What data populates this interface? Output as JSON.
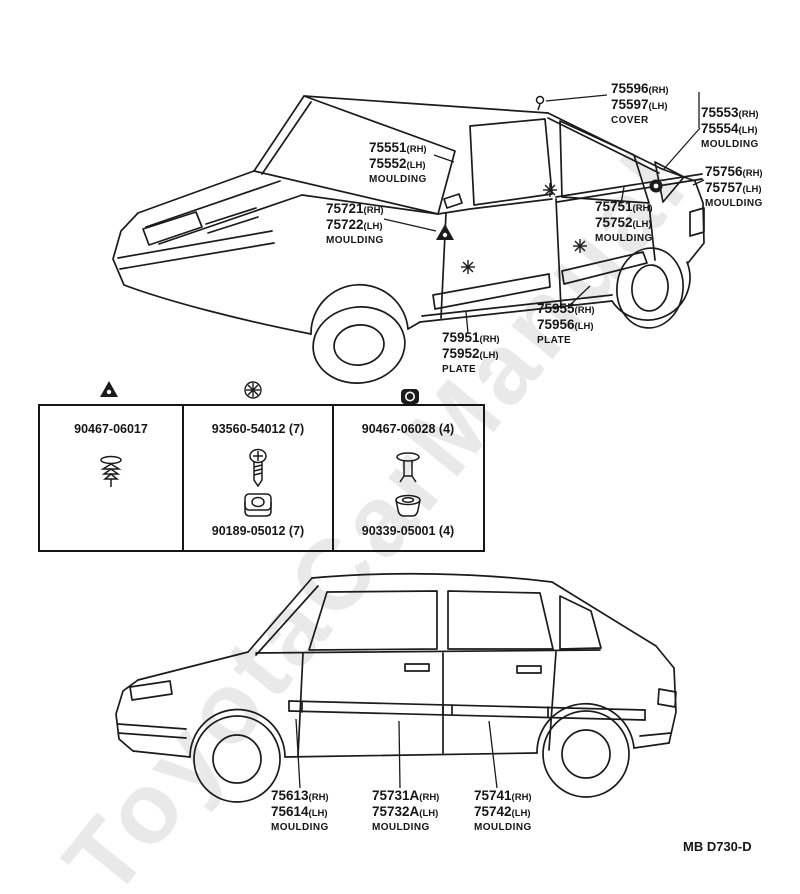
{
  "watermark": "ToyotaCarManual",
  "doc_code": "MB D730-D",
  "callouts": {
    "c5596": {
      "l1": "75596",
      "s1": "(RH)",
      "l2": "75597",
      "s2": "(LH)",
      "cap": "COVER"
    },
    "c5553": {
      "l1": "75553",
      "s1": "(RH)",
      "l2": "75554",
      "s2": "(LH)",
      "cap": "MOULDING"
    },
    "c5551": {
      "l1": "75551",
      "s1": "(RH)",
      "l2": "75552",
      "s2": "(LH)",
      "cap": "MOULDING"
    },
    "c5756": {
      "l1": "75756",
      "s1": "(RH)",
      "l2": "75757",
      "s2": "(LH)",
      "cap": "MOULDING"
    },
    "c5721": {
      "l1": "75721",
      "s1": "(RH)",
      "l2": "75722",
      "s2": "(LH)",
      "cap": "MOULDING"
    },
    "c5751": {
      "l1": "75751",
      "s1": "(RH)",
      "l2": "75752",
      "s2": "(LH)",
      "cap": "MOULDING"
    },
    "c5955": {
      "l1": "75955",
      "s1": "(RH)",
      "l2": "75956",
      "s2": "(LH)",
      "cap": "PLATE"
    },
    "c5951": {
      "l1": "75951",
      "s1": "(RH)",
      "l2": "75952",
      "s2": "(LH)",
      "cap": "PLATE"
    },
    "c5613": {
      "l1": "75613",
      "s1": "(RH)",
      "l2": "75614",
      "s2": "(LH)",
      "cap": "MOULDING"
    },
    "c5731": {
      "l1": "75731A",
      "s1": "(RH)",
      "l2": "75732A",
      "s2": "(LH)",
      "cap": "MOULDING"
    },
    "c5741": {
      "l1": "75741",
      "s1": "(RH)",
      "l2": "75742",
      "s2": "(LH)",
      "cap": "MOULDING"
    }
  },
  "fasteners": {
    "clip_small": "90467-06017",
    "screw": "93560-54012 (7)",
    "grommet_square": "90189-05012 (7)",
    "clip_large": "90467-06028 (4)",
    "grommet_round": "90339-05001 (4)"
  }
}
